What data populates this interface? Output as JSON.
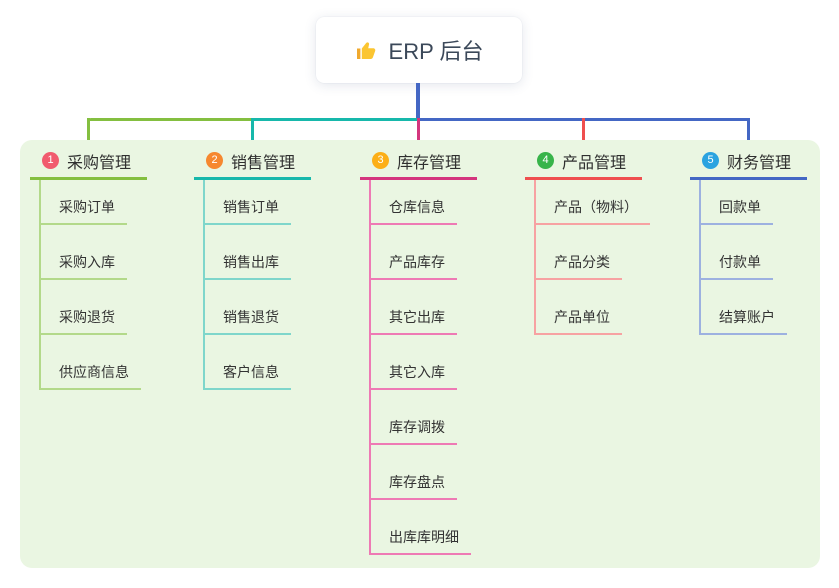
{
  "root": {
    "label": "ERP 后台",
    "icon": "thumbs-up-icon"
  },
  "colors": {
    "root_connector": "#4467c4",
    "panel_bg": "#eaf6e2",
    "thumb_yellow": "#fbc531",
    "thumb_dark": "#f0a92e"
  },
  "branches": [
    {
      "badge": "1",
      "title": "采购管理",
      "color": "#84bf40",
      "tint": "#b3d98a",
      "badge_color": "#f15b6e",
      "children": [
        "采购订单",
        "采购入库",
        "采购退货",
        "供应商信息"
      ]
    },
    {
      "badge": "2",
      "title": "销售管理",
      "color": "#17b8ab",
      "tint": "#7fd6cb",
      "badge_color": "#f6882f",
      "children": [
        "销售订单",
        "销售出库",
        "销售退货",
        "客户信息"
      ]
    },
    {
      "badge": "3",
      "title": "库存管理",
      "color": "#d4367e",
      "tint": "#ee7ab4",
      "badge_color": "#fcaf17",
      "children": [
        "仓库信息",
        "产品库存",
        "其它出库",
        "其它入库",
        "库存调拨",
        "库存盘点",
        "出库库明细"
      ]
    },
    {
      "badge": "4",
      "title": "产品管理",
      "color": "#ef4f4f",
      "tint": "#f7a2a2",
      "badge_color": "#38b44a",
      "children": [
        "产品（物料）",
        "产品分类",
        "产品单位"
      ]
    },
    {
      "badge": "5",
      "title": "财务管理",
      "color": "#4467c4",
      "tint": "#9db1e0",
      "badge_color": "#2ba3e0",
      "children": [
        "回款单",
        "付款单",
        "结算账户"
      ]
    }
  ]
}
